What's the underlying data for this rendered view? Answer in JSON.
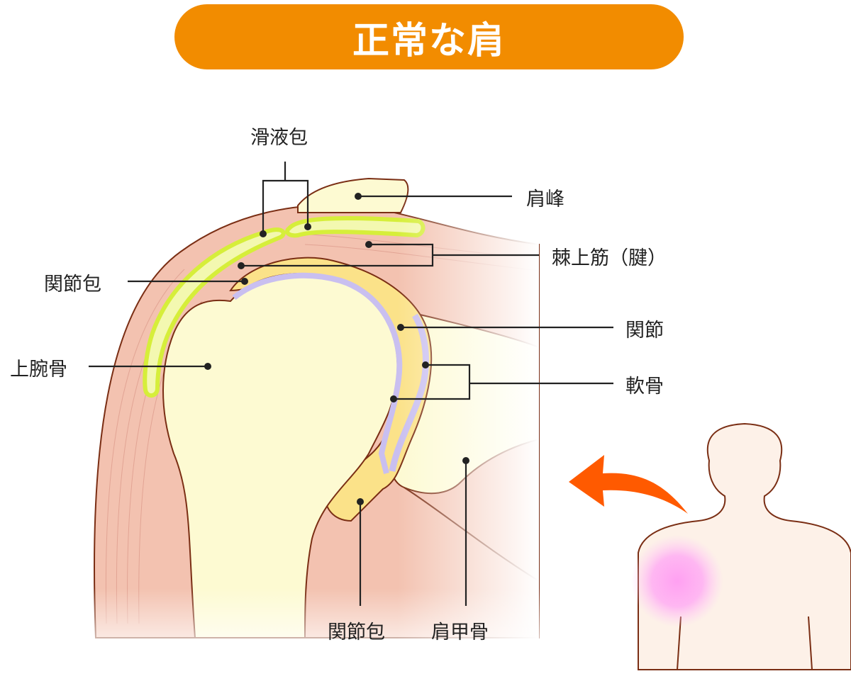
{
  "title": "正常な肩",
  "labels": {
    "bursa": "滑液包",
    "acromion": "肩峰",
    "supraspinatus": "棘上筋（腱）",
    "capsule_left": "関節包",
    "joint": "関節",
    "humerus": "上腕骨",
    "cartilage": "軟骨",
    "capsule_bottom": "関節包",
    "scapula": "肩甲骨"
  },
  "colors": {
    "title_bg": "#f28c00",
    "muscle": "#f3c2b0",
    "bone": "#fdfad2",
    "bursa": "#d6ee3a",
    "capsule": "#fbe289",
    "cartilage": "#c9bff0",
    "outline": "#7a2e14",
    "highlight": "#ffa4f4",
    "arrow": "#ff5a00"
  }
}
